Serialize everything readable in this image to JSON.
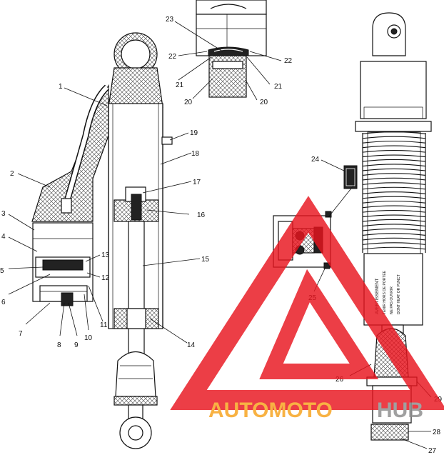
{
  "callouts": [
    {
      "id": "1",
      "label": "1"
    },
    {
      "id": "2",
      "label": "2"
    },
    {
      "id": "3",
      "label": "3"
    },
    {
      "id": "4",
      "label": "4"
    },
    {
      "id": "5",
      "label": "5"
    },
    {
      "id": "6",
      "label": "6"
    },
    {
      "id": "7",
      "label": "7"
    },
    {
      "id": "8",
      "label": "8"
    },
    {
      "id": "9",
      "label": "9"
    },
    {
      "id": "10",
      "label": "10"
    },
    {
      "id": "11",
      "label": "11"
    },
    {
      "id": "12",
      "label": "12"
    },
    {
      "id": "13",
      "label": "13"
    },
    {
      "id": "14",
      "label": "14"
    },
    {
      "id": "15",
      "label": "15"
    },
    {
      "id": "16",
      "label": "16"
    },
    {
      "id": "17",
      "label": "17"
    },
    {
      "id": "18",
      "label": "18"
    },
    {
      "id": "19",
      "label": "19"
    },
    {
      "id": "20a",
      "label": "20"
    },
    {
      "id": "20b",
      "label": "20"
    },
    {
      "id": "21a",
      "label": "21"
    },
    {
      "id": "21b",
      "label": "21"
    },
    {
      "id": "22a",
      "label": "22"
    },
    {
      "id": "22b",
      "label": "22"
    },
    {
      "id": "23",
      "label": "23"
    },
    {
      "id": "24",
      "label": "24"
    },
    {
      "id": "25",
      "label": "25"
    },
    {
      "id": "26",
      "label": "26"
    },
    {
      "id": "27",
      "label": "27"
    },
    {
      "id": "28",
      "label": "28"
    },
    {
      "id": "29",
      "label": "29"
    }
  ],
  "watermark": {
    "part1": "AUTOMOTO",
    "part2": "HUB",
    "color_red": "#e8141e",
    "color_orange": "#f7a21b",
    "color_gray": "#8c8c8c"
  }
}
